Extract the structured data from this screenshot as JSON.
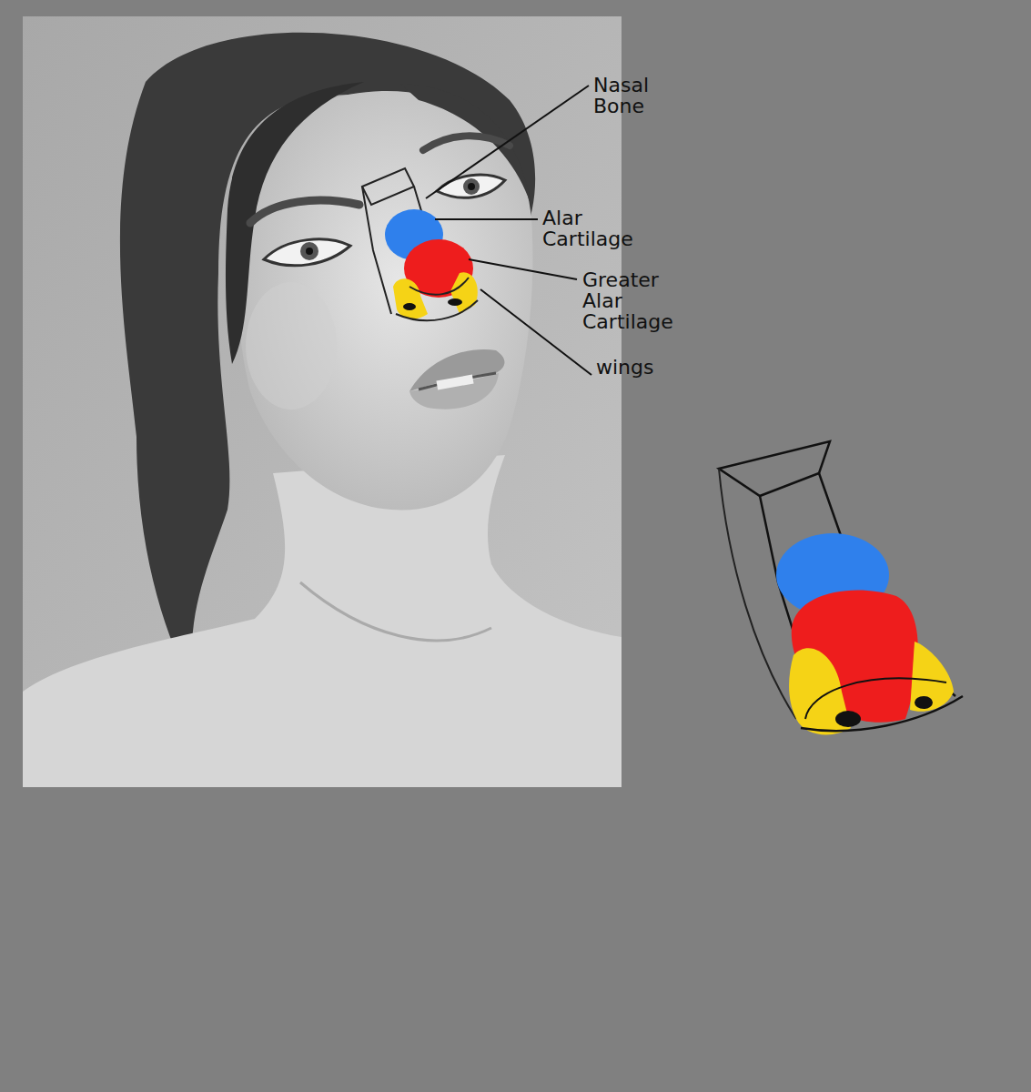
{
  "diagram": {
    "labels": [
      "Nasal Bone",
      "Alar Cartilage",
      "Greater Alar Cartilage",
      "wings"
    ]
  }
}
